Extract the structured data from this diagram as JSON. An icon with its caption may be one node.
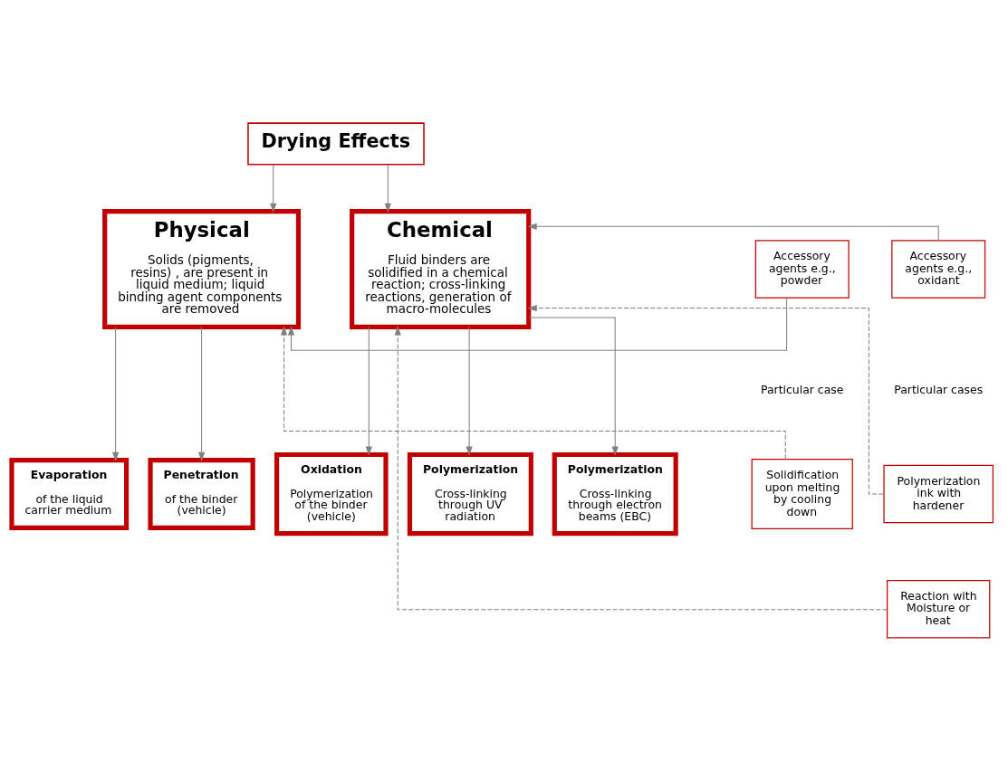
{
  "diagram": {
    "nodes": [
      {
        "text": [
          "Drying Effects"
        ]
      },
      {
        "text": [
          "Physical",
          "Solids (pigments, resins) , are present in liquid medium; liquid binding agent components are removed"
        ]
      },
      {
        "text": [
          "Chemical",
          "Fluid binders are solidified in a chemical reaction; cross-linking reactions, generation of macro-molecules"
        ]
      },
      {
        "text": [
          "Accessory agents e.g., powder"
        ]
      },
      {
        "text": [
          "Solidification upon melting by cooling down"
        ]
      },
      {
        "text": [
          "Evaporation",
          "of the liquid carrier medium"
        ]
      },
      {
        "text": [
          "Penetration",
          "of the binder (vehicle)"
        ]
      },
      {
        "text": [
          "Oxidation",
          "Polymerization of the binder (vehicle)"
        ]
      },
      {
        "text": [
          "Polymerization",
          "Cross-linking through UV radiation"
        ]
      },
      {
        "text": [
          "Polymerization",
          "Cross-linking through electron beams (EBC)"
        ]
      },
      {
        "text": [
          "Accessory agents e.g., oxidant"
        ]
      },
      {
        "text": [
          "Polymerization ink with hardener"
        ]
      },
      {
        "text": [
          "Reaction with Moisture or heat"
        ]
      }
    ],
    "edges": [
      {
        "from": 0,
        "to": 1,
        "arrow": "to"
      },
      {
        "from": 0,
        "to": 2,
        "arrow": "to"
      },
      {
        "from": 3,
        "to": 1,
        "arrow": "to"
      },
      {
        "from": 4,
        "to": 1,
        "arrow": "to",
        "style": "dashed"
      },
      {
        "from": 1,
        "to": 5,
        "arrow": "to"
      },
      {
        "from": 1,
        "to": 6,
        "arrow": "to"
      },
      {
        "from": 2,
        "to": 7,
        "arrow": "to"
      },
      {
        "from": 2,
        "to": 8,
        "arrow": "to"
      },
      {
        "from": 2,
        "to": 9,
        "arrow": "to"
      },
      {
        "from": 10,
        "to": 2,
        "arrow": "to"
      },
      {
        "from": 11,
        "to": 2,
        "arrow": "to",
        "style": "dashed"
      },
      {
        "from": 12,
        "to": 2,
        "arrow": "to",
        "style": "dashed"
      }
    ],
    "labels": [
      "Particular case",
      "Particular cases"
    ]
  }
}
